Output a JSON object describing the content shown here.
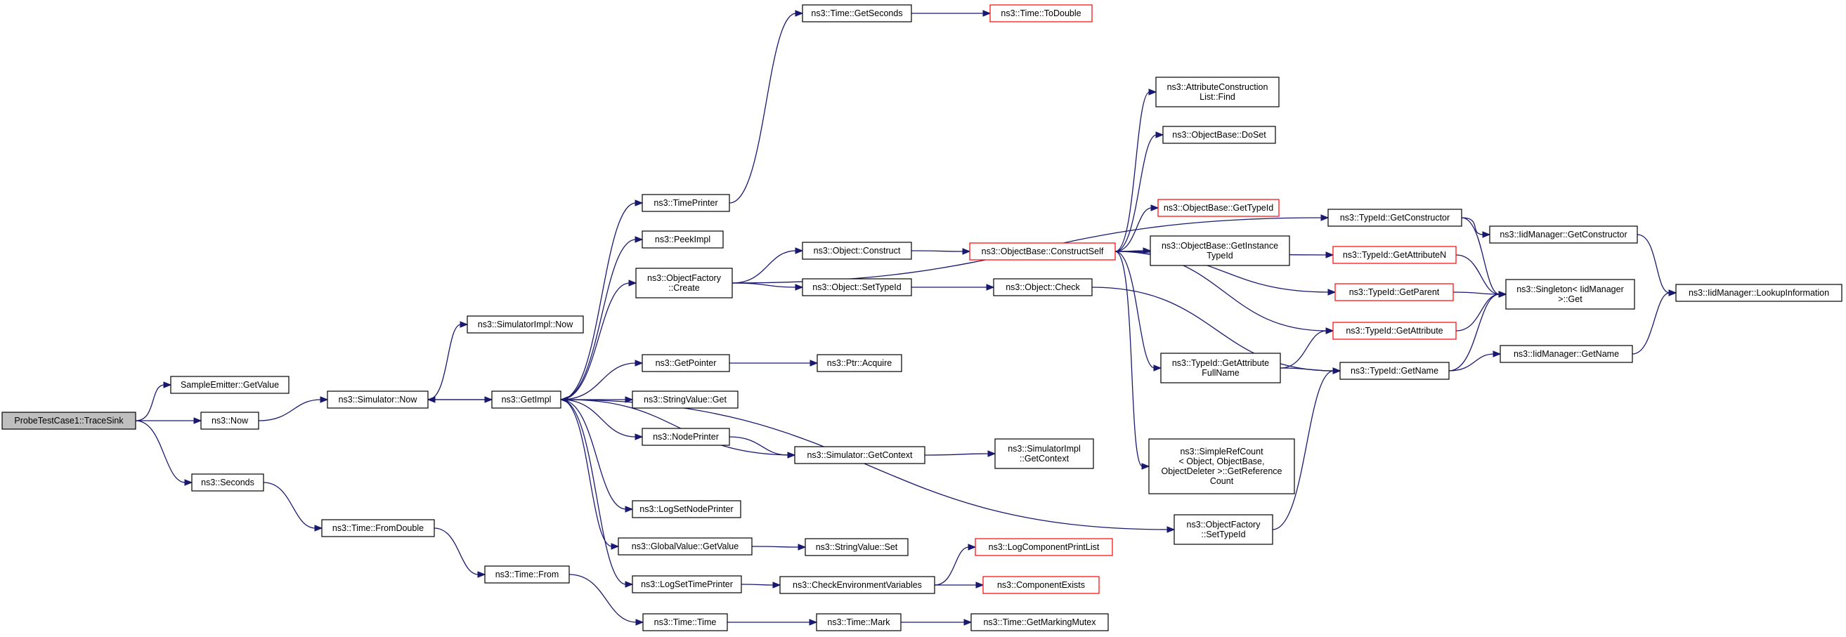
{
  "diagram": {
    "nodes": [
      {
        "id": "root",
        "lines": [
          "ProbeTestCase1::TraceSink"
        ],
        "root": true
      },
      {
        "id": "sampleGet",
        "lines": [
          "SampleEmitter::GetValue"
        ]
      },
      {
        "id": "now",
        "lines": [
          "ns3::Now"
        ]
      },
      {
        "id": "seconds",
        "lines": [
          "ns3::Seconds"
        ]
      },
      {
        "id": "simNow",
        "lines": [
          "ns3::Simulator::Now"
        ]
      },
      {
        "id": "simImplNow",
        "lines": [
          "ns3::SimulatorImpl::Now"
        ]
      },
      {
        "id": "getImpl",
        "lines": [
          "ns3::GetImpl"
        ]
      },
      {
        "id": "timeFromDouble",
        "lines": [
          "ns3::Time::FromDouble"
        ]
      },
      {
        "id": "timeFrom",
        "lines": [
          "ns3::Time::From"
        ]
      },
      {
        "id": "timeTime",
        "lines": [
          "ns3::Time::Time"
        ]
      },
      {
        "id": "timeMark",
        "lines": [
          "ns3::Time::Mark"
        ]
      },
      {
        "id": "timeGetMarkingMutex",
        "lines": [
          "ns3::Time::GetMarkingMutex"
        ]
      },
      {
        "id": "timePrinter",
        "lines": [
          "ns3::TimePrinter"
        ]
      },
      {
        "id": "peekImpl",
        "lines": [
          "ns3::PeekImpl"
        ]
      },
      {
        "id": "objFactoryCreate",
        "lines": [
          "ns3::ObjectFactory",
          "::Create"
        ]
      },
      {
        "id": "getPointer",
        "lines": [
          "ns3::GetPointer"
        ]
      },
      {
        "id": "stringValueGet",
        "lines": [
          "ns3::StringValue::Get"
        ]
      },
      {
        "id": "nodePrinter",
        "lines": [
          "ns3::NodePrinter"
        ]
      },
      {
        "id": "logSetNodePrinter",
        "lines": [
          "ns3::LogSetNodePrinter"
        ]
      },
      {
        "id": "globalValueGetValue",
        "lines": [
          "ns3::GlobalValue::GetValue"
        ]
      },
      {
        "id": "logSetTimePrinter",
        "lines": [
          "ns3::LogSetTimePrinter"
        ]
      },
      {
        "id": "timeGetSeconds",
        "lines": [
          "ns3::Time::GetSeconds"
        ]
      },
      {
        "id": "timeToDouble",
        "lines": [
          "ns3::Time::ToDouble"
        ],
        "red": true
      },
      {
        "id": "objectConstruct",
        "lines": [
          "ns3::Object::Construct"
        ]
      },
      {
        "id": "objectSetTypeId",
        "lines": [
          "ns3::Object::SetTypeId"
        ]
      },
      {
        "id": "objectCheck",
        "lines": [
          "ns3::Object::Check"
        ]
      },
      {
        "id": "ptrAcquire",
        "lines": [
          "ns3::Ptr::Acquire"
        ]
      },
      {
        "id": "simGetContext",
        "lines": [
          "ns3::Simulator::GetContext"
        ]
      },
      {
        "id": "simImplGetContext",
        "lines": [
          "ns3::SimulatorImpl",
          "::GetContext"
        ]
      },
      {
        "id": "stringValueSet",
        "lines": [
          "ns3::StringValue::Set"
        ]
      },
      {
        "id": "checkEnvVars",
        "lines": [
          "ns3::CheckEnvironmentVariables"
        ]
      },
      {
        "id": "logComponentPrintList",
        "lines": [
          "ns3::LogComponentPrintList"
        ],
        "red": true
      },
      {
        "id": "componentExists",
        "lines": [
          "ns3::ComponentExists"
        ],
        "red": true
      },
      {
        "id": "objBaseConstructSelf",
        "lines": [
          "ns3::ObjectBase::ConstructSelf"
        ],
        "red": true
      },
      {
        "id": "attrConstructionListFind",
        "lines": [
          "ns3::AttributeConstruction",
          "List::Find"
        ]
      },
      {
        "id": "objBaseDoSet",
        "lines": [
          "ns3::ObjectBase::DoSet"
        ]
      },
      {
        "id": "objBaseGetTypeId",
        "lines": [
          "ns3::ObjectBase::GetTypeId"
        ],
        "red": true
      },
      {
        "id": "objBaseGetInstanceTypeId",
        "lines": [
          "ns3::ObjectBase::GetInstance",
          "TypeId"
        ]
      },
      {
        "id": "typeIdGetAttrFullName",
        "lines": [
          "ns3::TypeId::GetAttribute",
          "FullName"
        ]
      },
      {
        "id": "simpleRefCountGetRefCount",
        "lines": [
          "ns3::SimpleRefCount",
          "< Object, ObjectBase,",
          "ObjectDeleter >::GetReference",
          "Count"
        ]
      },
      {
        "id": "objFactorySetTypeId",
        "lines": [
          "ns3::ObjectFactory",
          "::SetTypeId"
        ]
      },
      {
        "id": "typeIdGetConstructor",
        "lines": [
          "ns3::TypeId::GetConstructor"
        ]
      },
      {
        "id": "typeIdGetAttributeN",
        "lines": [
          "ns3::TypeId::GetAttributeN"
        ],
        "red": true
      },
      {
        "id": "typeIdGetParent",
        "lines": [
          "ns3::TypeId::GetParent"
        ],
        "red": true
      },
      {
        "id": "typeIdGetAttribute",
        "lines": [
          "ns3::TypeId::GetAttribute"
        ],
        "red": true
      },
      {
        "id": "typeIdGetName",
        "lines": [
          "ns3::TypeId::GetName"
        ]
      },
      {
        "id": "iidManagerGetConstructor",
        "lines": [
          "ns3::IidManager::GetConstructor"
        ]
      },
      {
        "id": "singletonGet",
        "lines": [
          "ns3::Singleton< IidManager",
          " >::Get"
        ]
      },
      {
        "id": "iidManagerGetName",
        "lines": [
          "ns3::IidManager::GetName"
        ]
      },
      {
        "id": "iidManagerLookupInfo",
        "lines": [
          "ns3::IidManager::LookupInformation"
        ]
      }
    ],
    "edges": [
      [
        "root",
        "sampleGet"
      ],
      [
        "root",
        "now"
      ],
      [
        "root",
        "seconds"
      ],
      [
        "now",
        "simNow"
      ],
      [
        "seconds",
        "timeFromDouble"
      ],
      [
        "simNow",
        "simImplNow"
      ],
      [
        "simNow",
        "getImpl"
      ],
      [
        "timeFromDouble",
        "timeFrom"
      ],
      [
        "timeFrom",
        "timeTime"
      ],
      [
        "timeTime",
        "timeMark"
      ],
      [
        "timeMark",
        "timeGetMarkingMutex"
      ],
      [
        "getImpl",
        "simNow"
      ],
      [
        "getImpl",
        "timePrinter"
      ],
      [
        "getImpl",
        "peekImpl"
      ],
      [
        "getImpl",
        "objFactoryCreate"
      ],
      [
        "getImpl",
        "getPointer"
      ],
      [
        "getImpl",
        "stringValueGet"
      ],
      [
        "getImpl",
        "nodePrinter"
      ],
      [
        "getImpl",
        "logSetNodePrinter"
      ],
      [
        "getImpl",
        "globalValueGetValue"
      ],
      [
        "getImpl",
        "logSetTimePrinter"
      ],
      [
        "getImpl",
        "objFactorySetTypeId"
      ],
      [
        "timePrinter",
        "timeGetSeconds"
      ],
      [
        "timeGetSeconds",
        "timeToDouble"
      ],
      [
        "objFactoryCreate",
        "objectConstruct"
      ],
      [
        "objFactoryCreate",
        "objectSetTypeId"
      ],
      [
        "objFactoryCreate",
        "typeIdGetConstructor"
      ],
      [
        "objectConstruct",
        "objBaseConstructSelf"
      ],
      [
        "objectSetTypeId",
        "objectCheck"
      ],
      [
        "objectCheck",
        "typeIdGetName"
      ],
      [
        "getPointer",
        "ptrAcquire"
      ],
      [
        "nodePrinter",
        "simGetContext"
      ],
      [
        "simGetContext",
        "simImplGetContext"
      ],
      [
        "simGetContext",
        "getImpl"
      ],
      [
        "globalValueGetValue",
        "stringValueSet"
      ],
      [
        "logSetTimePrinter",
        "checkEnvVars"
      ],
      [
        "checkEnvVars",
        "logComponentPrintList"
      ],
      [
        "checkEnvVars",
        "componentExists"
      ],
      [
        "objBaseConstructSelf",
        "attrConstructionListFind"
      ],
      [
        "objBaseConstructSelf",
        "objBaseDoSet"
      ],
      [
        "objBaseConstructSelf",
        "objBaseGetTypeId"
      ],
      [
        "objBaseConstructSelf",
        "objBaseGetInstanceTypeId"
      ],
      [
        "objBaseConstructSelf",
        "typeIdGetAttributeN"
      ],
      [
        "objBaseConstructSelf",
        "typeIdGetParent"
      ],
      [
        "objBaseConstructSelf",
        "typeIdGetAttribute"
      ],
      [
        "objBaseConstructSelf",
        "typeIdGetAttrFullName"
      ],
      [
        "objBaseConstructSelf",
        "simpleRefCountGetRefCount"
      ],
      [
        "typeIdGetAttrFullName",
        "typeIdGetAttribute"
      ],
      [
        "typeIdGetAttrFullName",
        "typeIdGetName"
      ],
      [
        "objFactorySetTypeId",
        "typeIdGetName"
      ],
      [
        "typeIdGetConstructor",
        "iidManagerGetConstructor"
      ],
      [
        "typeIdGetConstructor",
        "singletonGet"
      ],
      [
        "typeIdGetAttributeN",
        "singletonGet"
      ],
      [
        "typeIdGetParent",
        "singletonGet"
      ],
      [
        "typeIdGetAttribute",
        "singletonGet"
      ],
      [
        "typeIdGetName",
        "singletonGet"
      ],
      [
        "typeIdGetName",
        "iidManagerGetName"
      ],
      [
        "iidManagerGetConstructor",
        "iidManagerLookupInfo"
      ],
      [
        "iidManagerGetName",
        "iidManagerLookupInfo"
      ]
    ],
    "colors": {
      "edge": "#191970",
      "node_border": "#000000",
      "highlight_border": "#ff0000",
      "root_fill": "#bfbfbf"
    }
  }
}
